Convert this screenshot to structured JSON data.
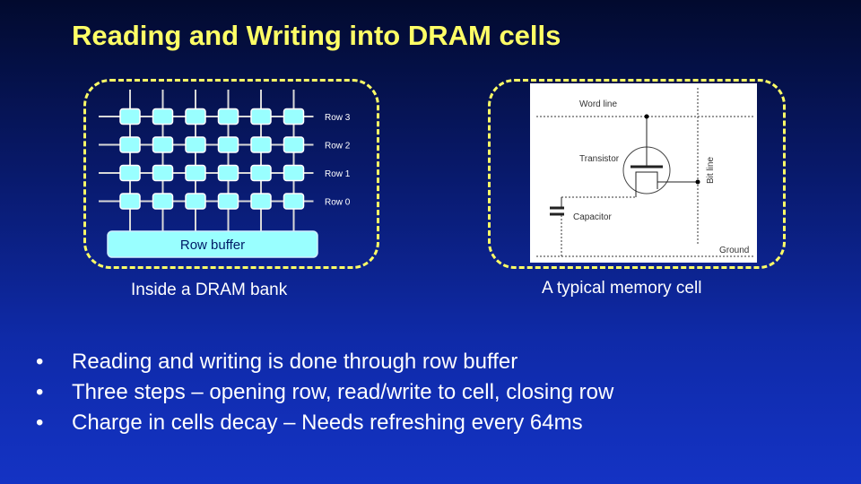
{
  "title": "Reading and Writing into DRAM cells",
  "bank": {
    "rows": [
      {
        "label": "Row 3"
      },
      {
        "label": "Row 2"
      },
      {
        "label": "Row 1"
      },
      {
        "label": "Row 0"
      }
    ],
    "columns": 6,
    "row_buffer_label": "Row buffer",
    "caption": "Inside a DRAM bank"
  },
  "cell": {
    "word_line_label": "Word line",
    "bit_line_label": "Bit line",
    "transistor_label": "Transistor",
    "capacitor_label": "Capacitor",
    "ground_label": "Ground",
    "caption": "A typical memory cell"
  },
  "bullets": [
    "Reading and writing is done through row buffer",
    "Three steps – opening row, read/write to cell, closing row",
    "Charge in cells decay – Needs refreshing every 64ms"
  ],
  "colors": {
    "title": "#ffff66",
    "frame": "#ffff66",
    "cell_fill": "#99ffff",
    "row_buffer_fill": "#99ffff"
  }
}
